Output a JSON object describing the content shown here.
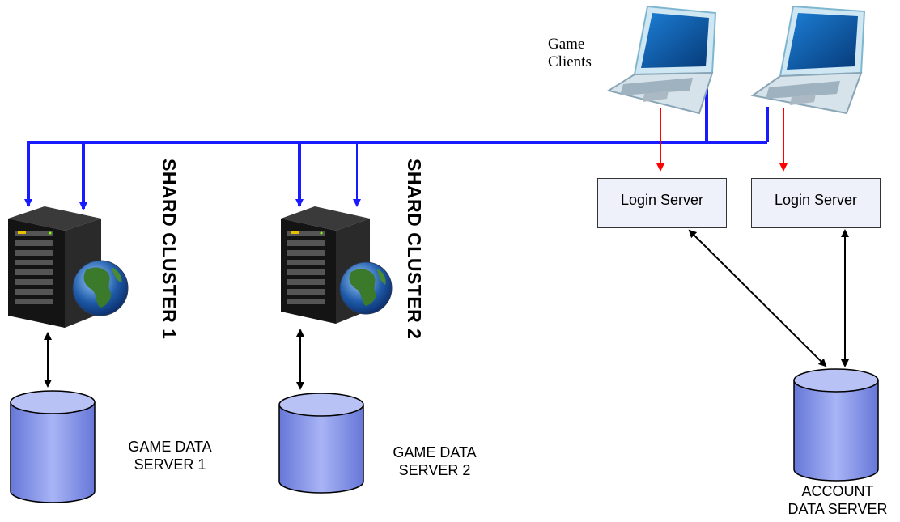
{
  "shards": [
    {
      "label": "SHARD CLUSTER 1",
      "db_line1": "GAME DATA",
      "db_line2": "SERVER 1"
    },
    {
      "label": "SHARD CLUSTER 2",
      "db_line1": "GAME DATA",
      "db_line2": "SERVER 2"
    }
  ],
  "clients": {
    "line1": "Game",
    "line2": "Clients"
  },
  "login_servers": [
    {
      "label": "Login Server"
    },
    {
      "label": "Login Server"
    }
  ],
  "account_db": {
    "line1": "ACCOUNT",
    "line2": "DATA SERVER"
  },
  "colors": {
    "network": "#1a1aff",
    "client_link": "#ff0000",
    "data_link": "#000000",
    "cylinder": "#7f8fe6",
    "server_body": "#1a1a1a"
  }
}
